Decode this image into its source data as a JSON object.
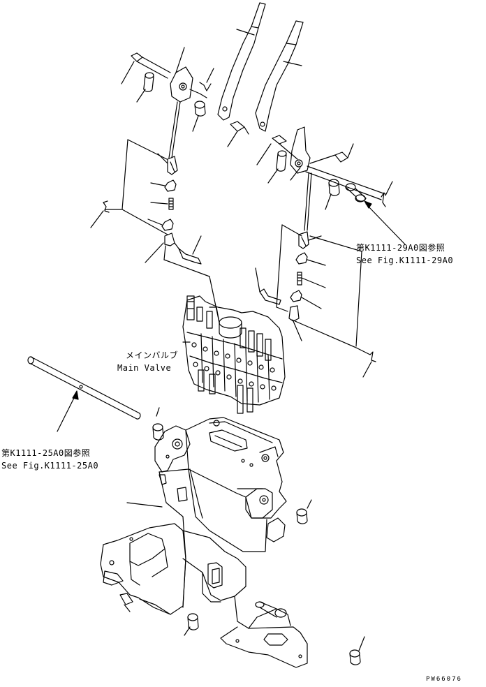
{
  "labels": {
    "main_valve_jp": "メインバルブ",
    "main_valve_en": "Main Valve",
    "ref_29a0_jp": "第K1111-29A0図参照",
    "ref_29a0_en": "See Fig.K1111-29A0",
    "ref_25a0_jp": "第K1111-25A0図参照",
    "ref_25a0_en": "See Fig.K1111-25A0"
  },
  "drawing_code": "PW66076",
  "colors": {
    "line": "#000000",
    "background": "#ffffff"
  }
}
